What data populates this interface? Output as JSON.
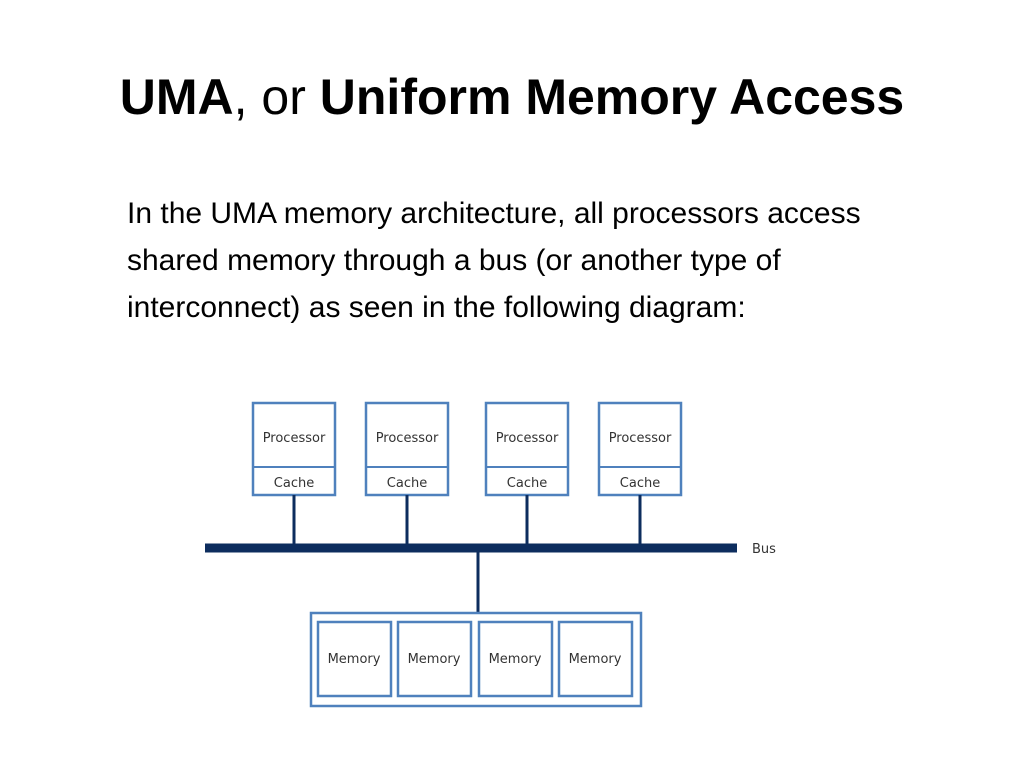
{
  "title": {
    "part1": "UMA",
    "part2": ", or ",
    "part3": "Uniform Memory Access"
  },
  "body": {
    "paragraph": "In the UMA memory architecture, all processors access shared memory through a bus (or another type of interconnect) as seen in the following diagram:"
  },
  "diagram": {
    "processors": [
      {
        "label": "Processor",
        "cache": "Cache"
      },
      {
        "label": "Processor",
        "cache": "Cache"
      },
      {
        "label": "Processor",
        "cache": "Cache"
      },
      {
        "label": "Processor",
        "cache": "Cache"
      }
    ],
    "bus_label": "Bus",
    "memory_blocks": [
      "Memory",
      "Memory",
      "Memory",
      "Memory"
    ],
    "colors": {
      "box_border": "#4f81bd",
      "bus": "#0d2d5e",
      "label": "#333333"
    }
  }
}
